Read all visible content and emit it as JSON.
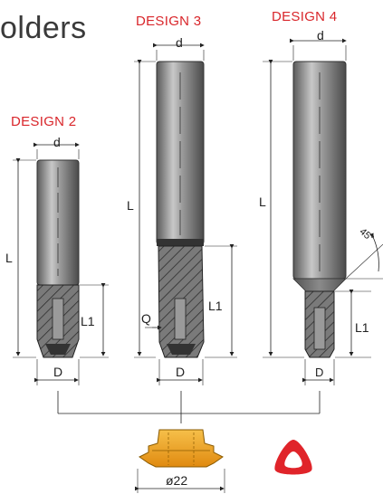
{
  "heading_fragment": "olders",
  "designs": [
    {
      "title": "DESIGN 2",
      "dim_d": "d",
      "dim_L": "L",
      "dim_L1": "L1",
      "dim_D": "D"
    },
    {
      "title": "DESIGN 3",
      "dim_d": "d",
      "dim_L": "L",
      "dim_L1": "L1",
      "dim_D": "D",
      "dim_Q": "Q"
    },
    {
      "title": "DESIGN 4",
      "dim_d": "d",
      "dim_L": "L",
      "dim_L1": "L1",
      "dim_D": "D",
      "angle": "45°"
    }
  ],
  "insert": {
    "diameter_label": "ø22"
  },
  "colors": {
    "title_red": "#d9262b",
    "insert_orange": "#f0a020",
    "trigon_red": "#e0242a"
  }
}
